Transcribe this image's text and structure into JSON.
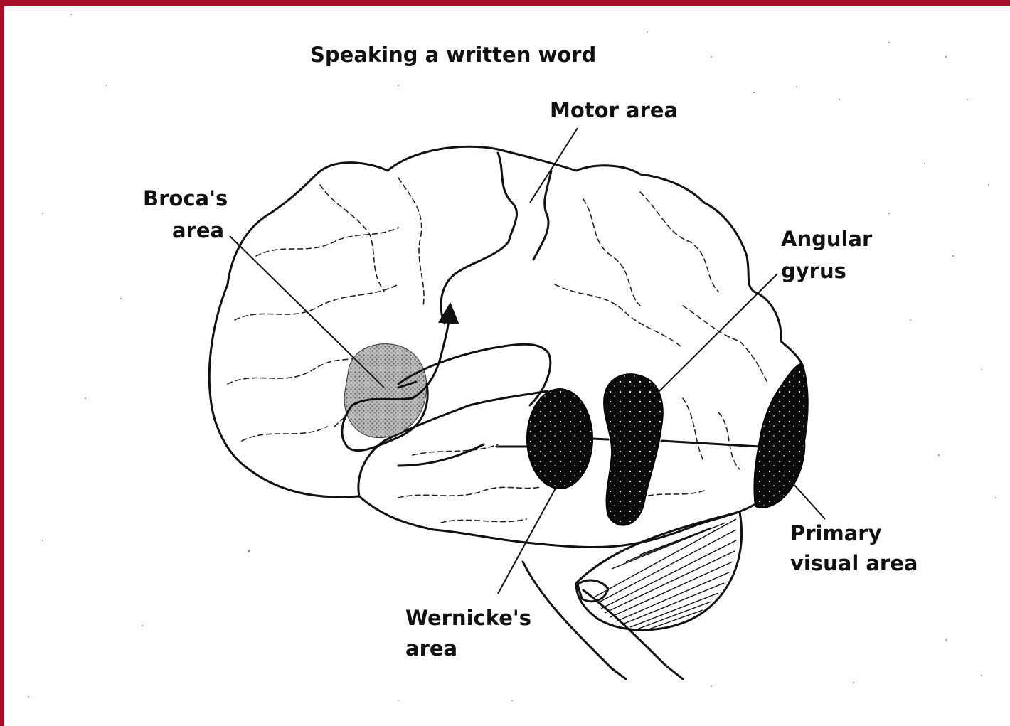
{
  "diagram": {
    "title": "Speaking a written word",
    "labels": {
      "motor": "Motor area",
      "broca_line1": "Broca's",
      "broca_line2": "area",
      "angular_line1": "Angular",
      "angular_line2": "gyrus",
      "primary_line1": "Primary",
      "primary_line2": "visual area",
      "wernicke_line1": "Wernicke's",
      "wernicke_line2": "area"
    },
    "colors": {
      "frame": "#a8102a",
      "background": "#ffffff",
      "ink": "#111111",
      "broca_shade": "#9a9a9a"
    }
  }
}
